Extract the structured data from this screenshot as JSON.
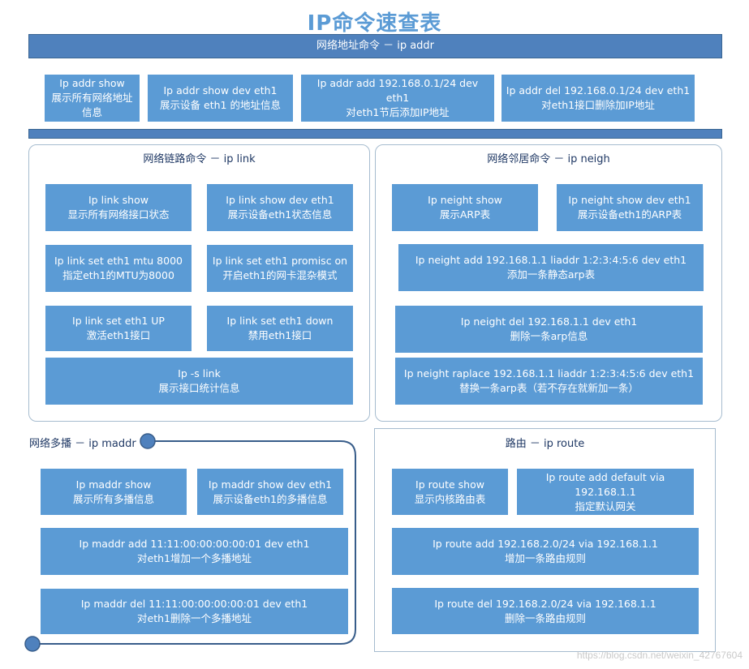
{
  "title": "IP命令速查表",
  "addr": {
    "header": "网络地址命令 － ip addr",
    "items": [
      {
        "cmd": "Ip addr show",
        "desc": "展示所有网络地址信息"
      },
      {
        "cmd": "Ip addr show dev eth1",
        "desc": "展示设备 eth1 的地址信息"
      },
      {
        "cmd": "Ip addr add 192.168.0.1/24 dev eth1",
        "desc": "对eth1节后添加IP地址"
      },
      {
        "cmd": "Ip addr del 192.168.0.1/24 dev eth1",
        "desc": "对eth1接口删除加IP地址"
      }
    ]
  },
  "link": {
    "header": "网络链路命令 － ip link",
    "items": [
      {
        "cmd": "Ip link show",
        "desc": "显示所有网络接口状态"
      },
      {
        "cmd": "Ip link show dev eth1",
        "desc": "展示设备eth1状态信息"
      },
      {
        "cmd": "Ip link set eth1 mtu 8000",
        "desc": "指定eth1的MTU为8000"
      },
      {
        "cmd": "Ip link set eth1 promisc on",
        "desc": "开启eth1的网卡混杂模式"
      },
      {
        "cmd": "Ip link  set eth1 UP",
        "desc": "激活eth1接口"
      },
      {
        "cmd": "Ip link set eth1 down",
        "desc": "禁用eth1接口"
      },
      {
        "cmd": "Ip -s link",
        "desc": "展示接口统计信息"
      }
    ]
  },
  "neigh": {
    "header": "网络邻居命令 － ip neigh",
    "items": [
      {
        "cmd": "Ip neight show",
        "desc": "展示ARP表"
      },
      {
        "cmd": "Ip neight show dev eth1",
        "desc": "展示设备eth1的ARP表"
      },
      {
        "cmd": "Ip neight add 192.168.1.1 liaddr 1:2:3:4:5:6 dev eth1",
        "desc": "添加一条静态arp表"
      },
      {
        "cmd": "Ip neight del 192.168.1.1 dev eth1",
        "desc": "删除一条arp信息"
      },
      {
        "cmd": "Ip neight raplace 192.168.1.1 liaddr 1:2:3:4:5:6 dev eth1",
        "desc": "替换一条arp表（若不存在就新加一条）"
      }
    ]
  },
  "maddr": {
    "header": "网络多播 － ip maddr",
    "items": [
      {
        "cmd": "Ip maddr show",
        "desc": "展示所有多播信息"
      },
      {
        "cmd": "Ip maddr show dev eth1",
        "desc": "展示设备eth1的多播信息"
      },
      {
        "cmd": "Ip maddr add 11:11:00:00:00:00:01 dev eth1",
        "desc": "对eth1增加一个多播地址"
      },
      {
        "cmd": "Ip maddr del 11:11:00:00:00:00:01 dev eth1",
        "desc": "对eth1删除一个多播地址"
      }
    ]
  },
  "route": {
    "header": "路由 － ip route",
    "items": [
      {
        "cmd": "Ip route show",
        "desc": "显示内核路由表"
      },
      {
        "cmd": "Ip route add default via 192.168.1.1",
        "desc": "指定默认网关"
      },
      {
        "cmd": "Ip route add 192.168.2.0/24 via 192.168.1.1",
        "desc": "增加一条路由规则"
      },
      {
        "cmd": "Ip route del 192.168.2.0/24 via 192.168.1.1",
        "desc": "删除一条路由规则"
      }
    ]
  },
  "watermark": "https://blog.csdn.net/weixin_42767604",
  "colors": {
    "box": "#5b9bd5",
    "bar": "#4f81bd",
    "title": "#5b9bd5",
    "line": "#385d8a"
  }
}
